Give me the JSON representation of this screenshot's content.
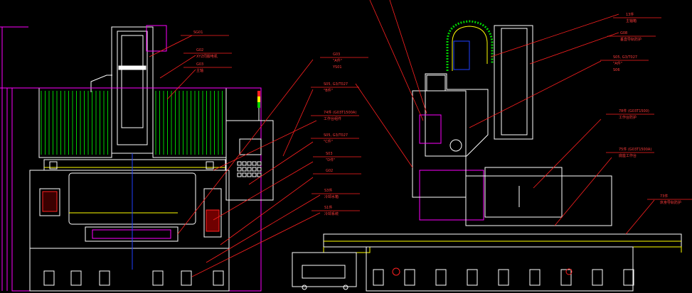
{
  "colors": {
    "background": "#000000",
    "outline": "#ffffff",
    "leader": "#ff2020",
    "magenta": "#ff00ff",
    "green": "#00d000",
    "yellow": "#ffff00",
    "cyan": "#00ffff",
    "blue": "#2040ff"
  },
  "left_labels": [
    {
      "id": "L1",
      "lines": [
        "SG01"
      ]
    },
    {
      "id": "L2",
      "lines": [
        "G02",
        "XYZ伺服电机"
      ]
    },
    {
      "id": "L3",
      "lines": [
        "G03",
        "主轴"
      ]
    },
    {
      "id": "L4",
      "lines": [
        "G03",
        "\"A件\"",
        "YS01"
      ]
    },
    {
      "id": "L5",
      "lines": [
        "S05, G3/T027",
        "\"B件\""
      ]
    },
    {
      "id": "L6",
      "lines": [
        "74件 (G03T1500A)",
        "工作台组件"
      ]
    },
    {
      "id": "L7",
      "lines": [
        "S05, G3/T027",
        "\"C件\""
      ]
    },
    {
      "id": "L8",
      "lines": [
        "S03",
        "\"D件\""
      ]
    },
    {
      "id": "L9",
      "lines": [
        "G02"
      ]
    },
    {
      "id": "L10",
      "lines": [
        "S3件",
        "冷却水箱"
      ]
    },
    {
      "id": "L11",
      "lines": [
        "S1件",
        "冷却系统"
      ]
    }
  ],
  "right_labels": [
    {
      "id": "R1",
      "lines": [
        "13件",
        "主轴箱"
      ]
    },
    {
      "id": "R2",
      "lines": [
        "G08",
        "垂直导轨防护"
      ]
    },
    {
      "id": "R3",
      "lines": [
        "S05, G3/T027",
        "\"A件\"",
        "S06"
      ]
    },
    {
      "id": "R4",
      "lines": [
        "78件 (G03T1500)",
        "工作台防护"
      ]
    },
    {
      "id": "R5",
      "lines": [
        "75件 (G03T1500A)",
        "底座工作台"
      ]
    },
    {
      "id": "R6",
      "lines": [
        "73件",
        "床身导轨防护"
      ]
    }
  ],
  "front_view": {
    "spindle_plate": "主轴箱",
    "control_panel_keys": 15
  },
  "side_view": {
    "base_feet": 9
  }
}
